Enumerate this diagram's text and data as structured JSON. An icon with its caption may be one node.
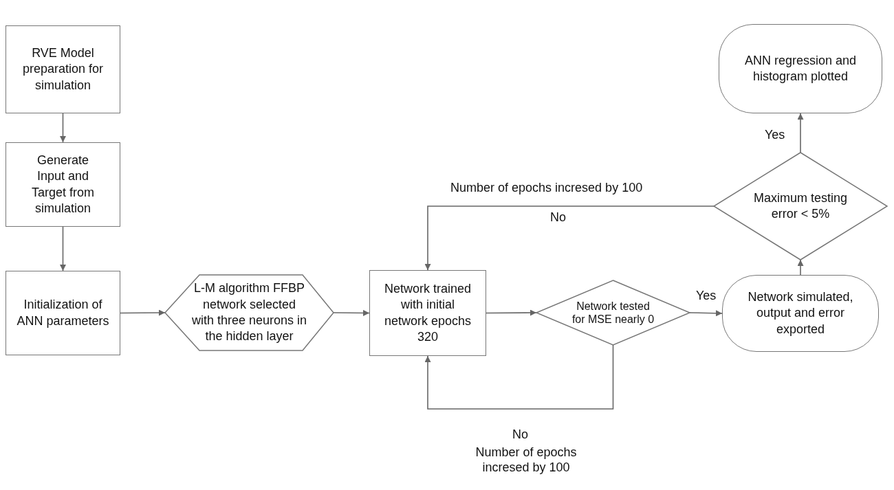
{
  "diagram": {
    "nodes": [
      {
        "text": [
          "RVE Model preparation for simulation"
        ]
      },
      {
        "text": [
          "Generate Input and Target from simulation"
        ]
      },
      {
        "text": [
          "Initialization of ANN parameters"
        ]
      },
      {
        "text": [
          "L-M algorithm FFBP network selected with three neurons in the hidden layer"
        ]
      },
      {
        "text": [
          "Network trained with initial network epochs 320"
        ]
      },
      {
        "text": [
          "Network tested for MSE nearly 0"
        ]
      },
      {
        "text": [
          "Network simulated, output and error exported"
        ]
      },
      {
        "text": [
          "Maximum testing error < 5%"
        ]
      },
      {
        "text": [
          "ANN regression and histogram plotted"
        ]
      }
    ],
    "edges": [
      {
        "from": 0,
        "to": 1,
        "arrow": "to"
      },
      {
        "from": 1,
        "to": 2,
        "arrow": "to"
      },
      {
        "from": 2,
        "to": 3,
        "arrow": "to"
      },
      {
        "from": 3,
        "to": 4,
        "arrow": "to"
      },
      {
        "from": 4,
        "to": 5,
        "arrow": "to"
      },
      {
        "from": 5,
        "to": 6,
        "arrow": "to",
        "label": "Yes"
      },
      {
        "from": 5,
        "to": 4,
        "arrow": "to",
        "label": "No"
      },
      {
        "from": 6,
        "to": 7,
        "arrow": "to"
      },
      {
        "from": 7,
        "to": 8,
        "arrow": "to",
        "label": "Yes"
      },
      {
        "from": 7,
        "to": 4,
        "arrow": "to",
        "label": "No"
      }
    ],
    "labels": [
      "Number of epochs incresed by 100",
      "Number of epochs incresed by 100"
    ]
  }
}
